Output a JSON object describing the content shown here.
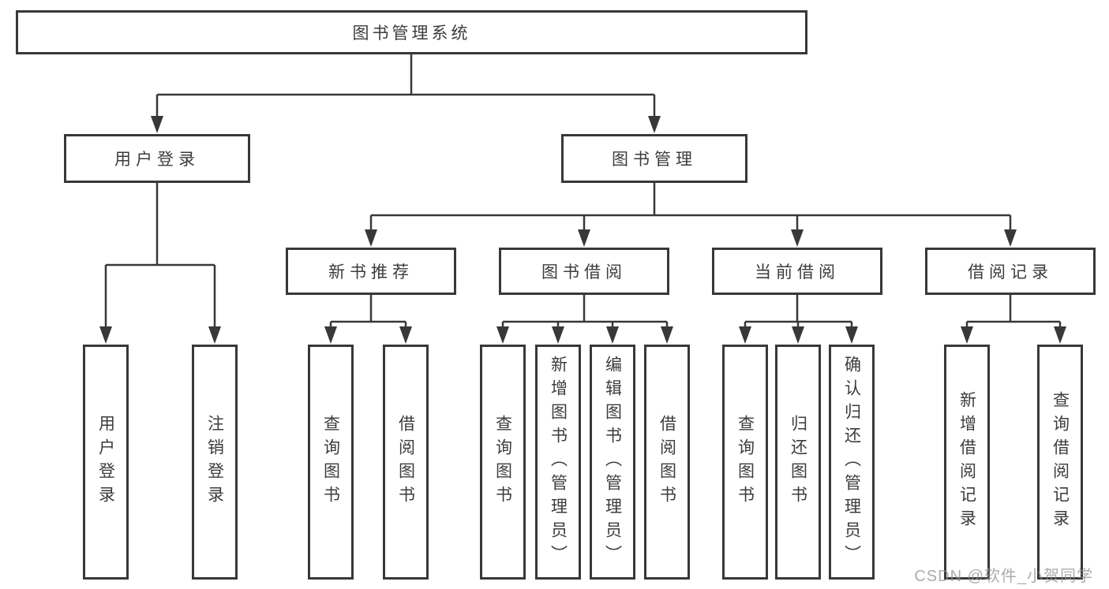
{
  "tree": {
    "root": "图书管理系统",
    "children": [
      {
        "label": "用户登录",
        "children": [
          "用户登录",
          "注销登录"
        ]
      },
      {
        "label": "图书管理",
        "children": [
          {
            "label": "新书推荐",
            "children": [
              "查询图书",
              "借阅图书"
            ]
          },
          {
            "label": "图书借阅",
            "children": [
              "查询图书",
              "新增图书（管理员）",
              "编辑图书（管理员）",
              "借阅图书"
            ]
          },
          {
            "label": "当前借阅",
            "children": [
              "查询图书",
              "归还图书",
              "确认归还（管理员）"
            ]
          },
          {
            "label": "借阅记录",
            "children": [
              "新增借阅记录",
              "查询借阅记录"
            ]
          }
        ]
      }
    ]
  },
  "watermark": "CSDN @软件_小贺同学",
  "colors": {
    "line": "#383838",
    "text": "#3c3c3c",
    "background": "#ffffff",
    "watermark": "#8c8c8c"
  }
}
